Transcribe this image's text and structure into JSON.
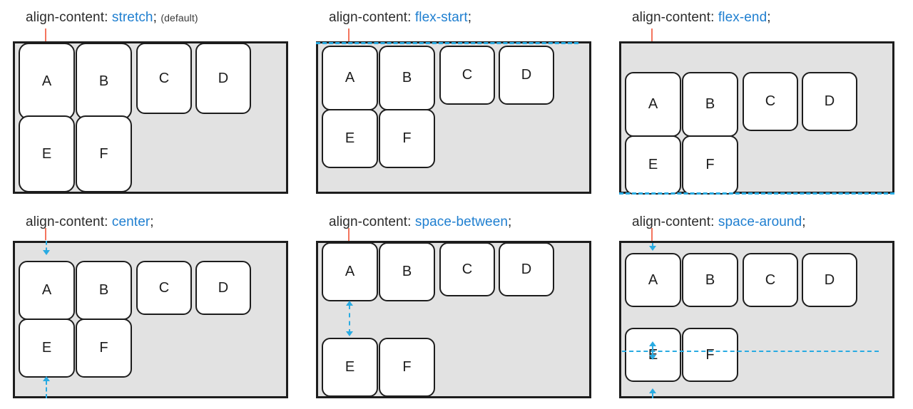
{
  "page": {
    "title": "CSS align-content property illustration",
    "property_name": "align-content:",
    "semicolon": ";",
    "colors": {
      "value_text": "#1f7fd0",
      "guide_blue": "#29abe2",
      "pointer_salmon": "#f4755e",
      "container_bg": "#e2e2e2",
      "container_border": "#1d1d1d",
      "item_bg": "#ffffff"
    }
  },
  "items": {
    "a": "A",
    "b": "B",
    "c": "C",
    "d": "D",
    "e": "E",
    "f": "F"
  },
  "diagrams": [
    {
      "id": "stretch",
      "value": "stretch",
      "note": "(default)",
      "guides": [
        "pointer"
      ]
    },
    {
      "id": "flex-start",
      "value": "flex-start",
      "note": "",
      "guides": [
        "pointer",
        "dashed-line-top"
      ]
    },
    {
      "id": "flex-end",
      "value": "flex-end",
      "note": "",
      "guides": [
        "pointer",
        "dashed-line-bottom"
      ]
    },
    {
      "id": "center",
      "value": "center",
      "note": "",
      "guides": [
        "pointer",
        "arrow-down-top",
        "arrow-up-bottom"
      ]
    },
    {
      "id": "space-between",
      "value": "space-between",
      "note": "",
      "guides": [
        "pointer",
        "double-arrow-middle"
      ]
    },
    {
      "id": "space-around",
      "value": "space-around",
      "note": "",
      "guides": [
        "pointer",
        "arrow-down-top",
        "double-arrow-middle",
        "dashed-line-middle",
        "arrow-up-bottom"
      ]
    }
  ]
}
